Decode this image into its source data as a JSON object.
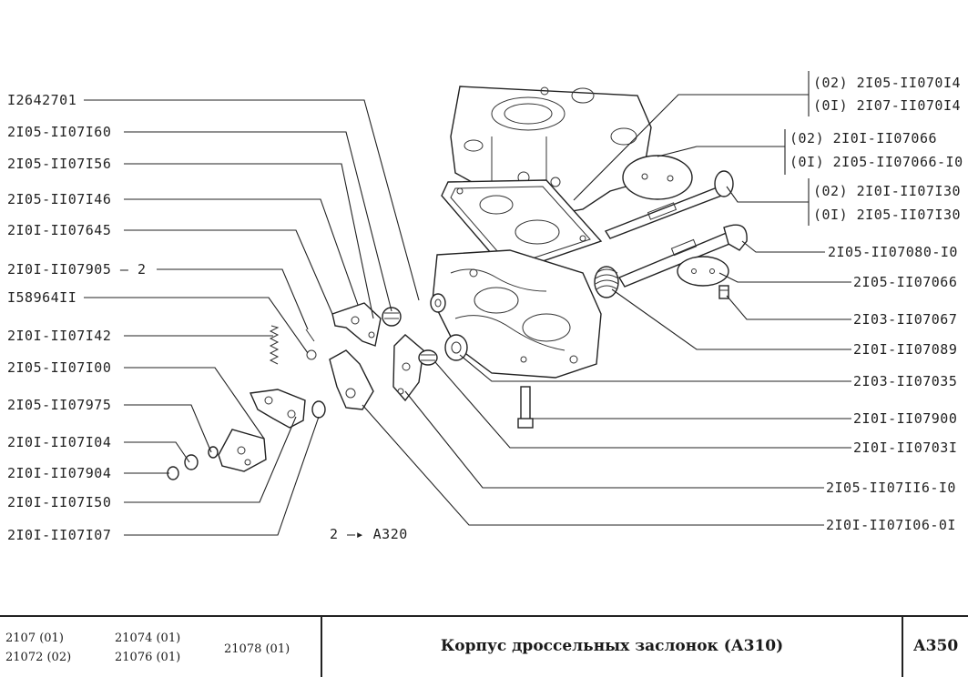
{
  "labels_left": [
    "I2642701",
    "2I05-II07I60",
    "2I05-II07I56",
    "2I05-II07I46",
    "2I0I-II07645",
    "2I0I-II07905 — 2",
    "I58964II",
    "2I0I-II07I42",
    "2I05-II07I00",
    "2I05-II07975",
    "2I0I-II07I04",
    "2I0I-II07904",
    "2I0I-II07I50",
    "2I0I-II07I07"
  ],
  "labels_right_grouped": [
    {
      "lines": [
        "(02) 2I05-II070I4",
        "(0I) 2I07-II070I4"
      ]
    },
    {
      "lines": [
        "(02)    2I0I-II07066",
        "(0I) 2I05-II07066-I0"
      ]
    },
    {
      "lines": [
        "(02) 2I0I-II07I30",
        "(0I) 2I05-II07I30"
      ]
    }
  ],
  "labels_right": [
    "2I05-II07080-I0",
    "2I05-II07066",
    "2I03-II07067",
    "2I0I-II07089",
    "2I03-II07035",
    "2I0I-II07900",
    "2I0I-II0703I",
    "2I05-II07II6-I0",
    "2I0I-II07I06-0I"
  ],
  "reference_note": "2 —▸ A320",
  "footer": {
    "models": [
      "2107 (01)",
      "21072 (02)",
      "21074 (01)",
      "21076 (01)",
      "21078 (01)"
    ],
    "title": "Корпус дроссельных заслонок (А310)",
    "page_ref": "А350"
  },
  "colors": {
    "ink": "#222222",
    "paper": "#ffffff"
  }
}
